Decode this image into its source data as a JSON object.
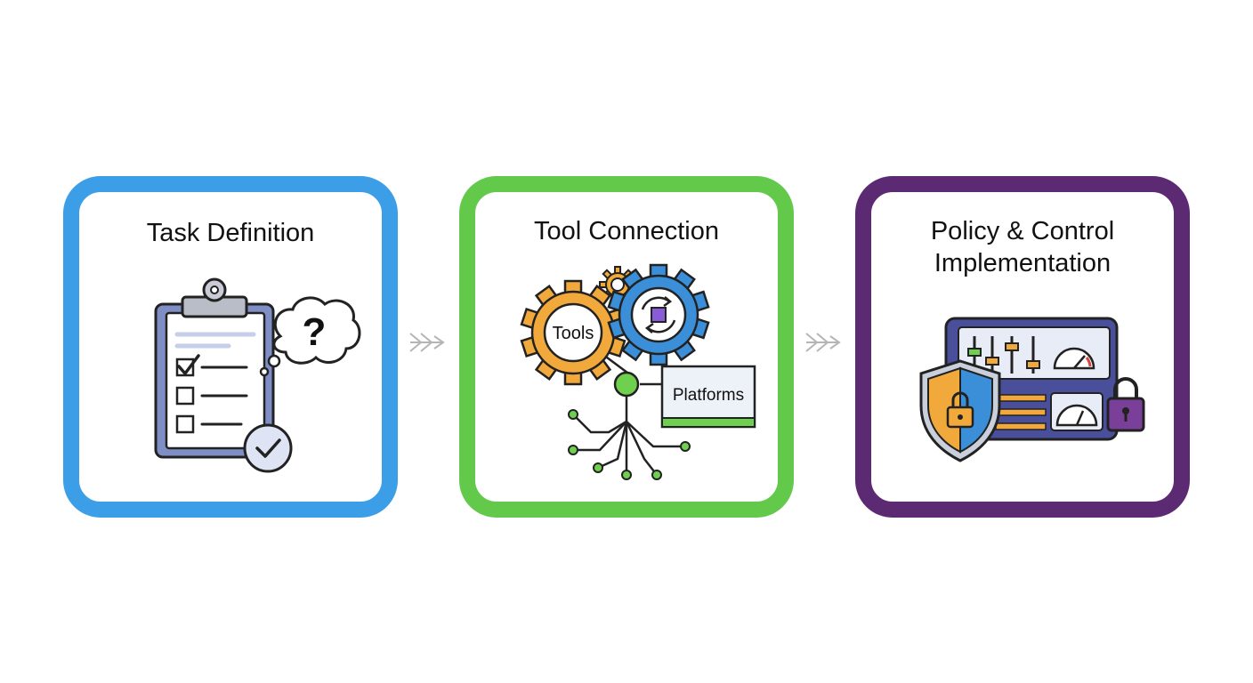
{
  "steps": [
    {
      "title_lines": [
        "Task Definition"
      ],
      "color": "#3b9ee6",
      "icons": [
        "clipboard-checklist-icon",
        "question-bubble-icon",
        "checkmark-badge-icon"
      ]
    },
    {
      "title_lines": [
        "Tool Connection"
      ],
      "color": "#63c94b",
      "icons": [
        "gear-icon",
        "circuit-network-icon"
      ],
      "labels": {
        "tools": "Tools",
        "platforms": "Platforms"
      }
    },
    {
      "title_lines": [
        "Policy & Control",
        "Implementation"
      ],
      "color": "#5b2a73",
      "icons": [
        "shield-lock-icon",
        "control-panel-icon",
        "gauge-icon",
        "padlock-icon"
      ]
    }
  ],
  "connectors": [
    "double-chevron-arrow-icon",
    "double-chevron-arrow-icon"
  ]
}
